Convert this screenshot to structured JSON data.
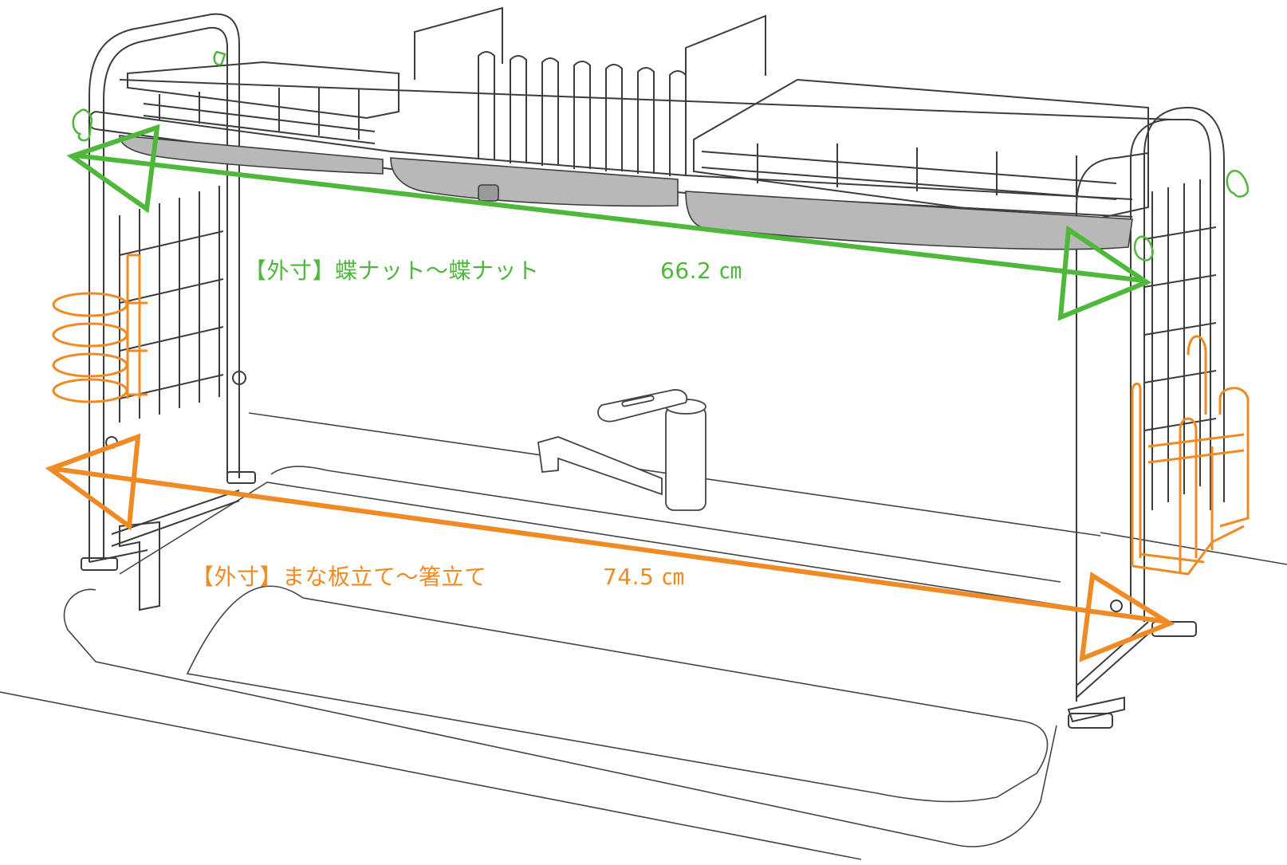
{
  "colors": {
    "line": "#3c3c3c",
    "tray": "#b8b8b8",
    "green_accent": "#4db83a",
    "orange_accent": "#f08a24"
  },
  "dimensions": {
    "green": {
      "description": "【外寸】蝶ナット～蝶ナット",
      "value": "66.2 ㎝"
    },
    "orange": {
      "description": "【外寸】まな板立て～箸立て",
      "value": "74.5 ㎝"
    }
  },
  "icons": {
    "left_wing_nut": "wing-nut-icon",
    "right_wing_nut_upper": "wing-nut-icon",
    "right_wing_nut_lower": "wing-nut-icon",
    "chopstick_holder": "chopstick-holder",
    "cutting_board_stand": "cutting-board-stand"
  }
}
